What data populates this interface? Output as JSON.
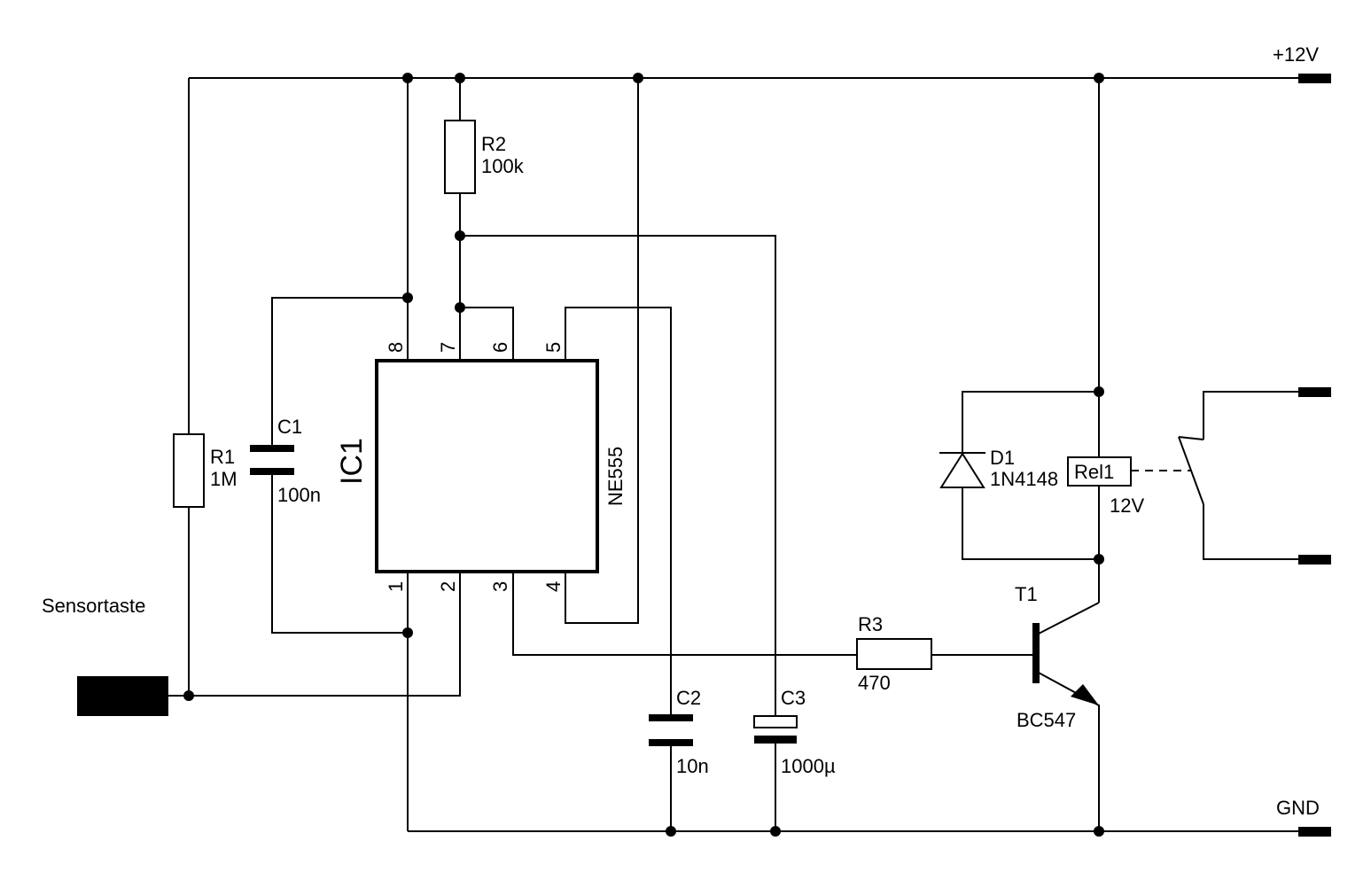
{
  "supply": {
    "vcc": "+12V",
    "gnd": "GND"
  },
  "sensor": {
    "label": "Sensortaste"
  },
  "components": {
    "R1": {
      "ref": "R1",
      "value": "1M"
    },
    "R2": {
      "ref": "R2",
      "value": "100k"
    },
    "R3": {
      "ref": "R3",
      "value": "470"
    },
    "C1": {
      "ref": "C1",
      "value": "100n"
    },
    "C2": {
      "ref": "C2",
      "value": "10n"
    },
    "C3": {
      "ref": "C3",
      "value": "1000µ"
    },
    "IC1": {
      "ref": "IC1",
      "value": "NE555",
      "pins_top": [
        "8",
        "7",
        "6",
        "5"
      ],
      "pins_bottom": [
        "1",
        "2",
        "3",
        "4"
      ]
    },
    "D1": {
      "ref": "D1",
      "value": "1N4148"
    },
    "T1": {
      "ref": "T1",
      "value": "BC547"
    },
    "Rel1": {
      "ref": "Rel1",
      "value": "12V"
    }
  }
}
